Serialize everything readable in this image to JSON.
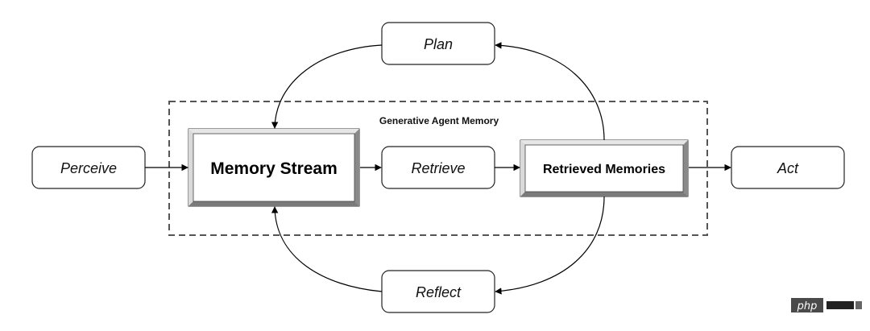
{
  "diagram": {
    "group_label": "Generative Agent Memory",
    "nodes": {
      "perceive": "Perceive",
      "memory_stream": "Memory Stream",
      "retrieve": "Retrieve",
      "retrieved_memories": "Retrieved Memories",
      "act": "Act",
      "plan": "Plan",
      "reflect": "Reflect"
    }
  },
  "watermark": {
    "text": "php"
  }
}
